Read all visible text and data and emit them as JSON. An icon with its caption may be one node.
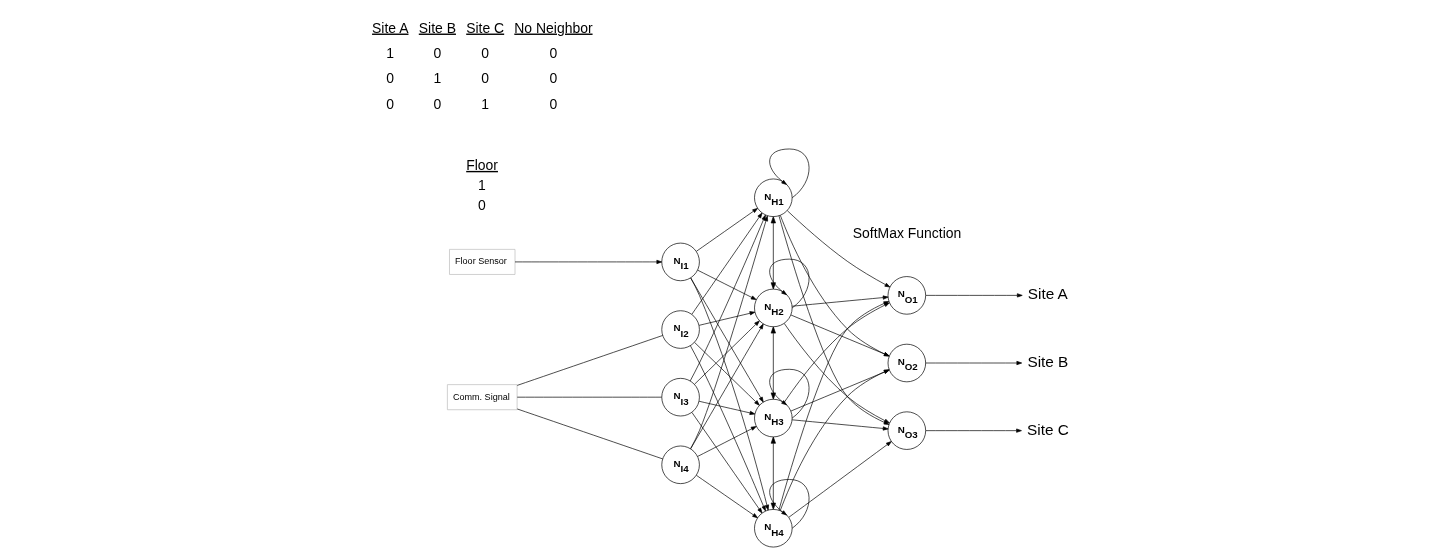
{
  "diagram": {
    "nodes": [
      {
        "text": [
          "Floor Sensor"
        ]
      },
      {
        "text": [
          "Comm. Signal"
        ]
      },
      {
        "text": [
          "N$_{I1}$"
        ]
      },
      {
        "text": [
          "N$_{I2}$"
        ]
      },
      {
        "text": [
          "N$_{I3}$"
        ]
      },
      {
        "text": [
          "N$_{I4}$"
        ]
      },
      {
        "text": [
          "N$_{H1}$"
        ]
      },
      {
        "text": [
          "N$_{H2}$"
        ]
      },
      {
        "text": [
          "N$_{H3}$"
        ]
      },
      {
        "text": [
          "N$_{H4}$"
        ]
      },
      {
        "text": [
          "N$_{O1}$"
        ]
      },
      {
        "text": [
          "N$_{O2}$"
        ]
      },
      {
        "text": [
          "N$_{O3}$"
        ]
      },
      {
        "text": [
          "Site A"
        ]
      },
      {
        "text": [
          "Site B"
        ]
      },
      {
        "text": [
          "Site C"
        ]
      }
    ],
    "edges": [
      {
        "from": 0,
        "to": 2,
        "arrow": "to"
      },
      {
        "from": 1,
        "to": 3,
        "arrow": "none"
      },
      {
        "from": 1,
        "to": 4,
        "arrow": "none"
      },
      {
        "from": 1,
        "to": 5,
        "arrow": "none"
      },
      {
        "from": 2,
        "to": 6,
        "arrow": "to"
      },
      {
        "from": 2,
        "to": 7,
        "arrow": "to"
      },
      {
        "from": 2,
        "to": 8,
        "arrow": "to"
      },
      {
        "from": 2,
        "to": 9,
        "arrow": "to"
      },
      {
        "from": 3,
        "to": 6,
        "arrow": "to"
      },
      {
        "from": 3,
        "to": 7,
        "arrow": "to"
      },
      {
        "from": 3,
        "to": 8,
        "arrow": "to"
      },
      {
        "from": 3,
        "to": 9,
        "arrow": "to"
      },
      {
        "from": 4,
        "to": 6,
        "arrow": "to"
      },
      {
        "from": 4,
        "to": 7,
        "arrow": "to"
      },
      {
        "from": 4,
        "to": 8,
        "arrow": "to"
      },
      {
        "from": 4,
        "to": 9,
        "arrow": "to"
      },
      {
        "from": 5,
        "to": 6,
        "arrow": "to"
      },
      {
        "from": 5,
        "to": 7,
        "arrow": "to"
      },
      {
        "from": 5,
        "to": 8,
        "arrow": "to"
      },
      {
        "from": 5,
        "to": 9,
        "arrow": "to"
      },
      {
        "from": 6,
        "to": 6,
        "arrow": "to"
      },
      {
        "from": 7,
        "to": 7,
        "arrow": "to"
      },
      {
        "from": 8,
        "to": 8,
        "arrow": "to"
      },
      {
        "from": 9,
        "to": 9,
        "arrow": "to"
      },
      {
        "from": 6,
        "to": 7,
        "arrow": "both"
      },
      {
        "from": 7,
        "to": 8,
        "arrow": "both"
      },
      {
        "from": 8,
        "to": 9,
        "arrow": "both"
      },
      {
        "from": 6,
        "to": 10,
        "arrow": "to"
      },
      {
        "from": 6,
        "to": 11,
        "arrow": "to"
      },
      {
        "from": 6,
        "to": 12,
        "arrow": "to"
      },
      {
        "from": 7,
        "to": 10,
        "arrow": "to"
      },
      {
        "from": 7,
        "to": 11,
        "arrow": "to"
      },
      {
        "from": 7,
        "to": 12,
        "arrow": "to"
      },
      {
        "from": 8,
        "to": 10,
        "arrow": "to"
      },
      {
        "from": 8,
        "to": 11,
        "arrow": "to"
      },
      {
        "from": 8,
        "to": 12,
        "arrow": "to"
      },
      {
        "from": 9,
        "to": 10,
        "arrow": "to"
      },
      {
        "from": 9,
        "to": 11,
        "arrow": "to"
      },
      {
        "from": 9,
        "to": 12,
        "arrow": "to"
      },
      {
        "from": 10,
        "to": 13,
        "arrow": "to"
      },
      {
        "from": 11,
        "to": 14,
        "arrow": "to"
      },
      {
        "from": 12,
        "to": 15,
        "arrow": "to"
      }
    ],
    "labels": [
      "Floor",
      "1",
      "0",
      "Site A",
      "Site B",
      "Site C",
      "No Neighbor",
      "1",
      "0",
      "0",
      "0",
      "0",
      "1",
      "0",
      "0",
      "0",
      "0",
      "1",
      "0",
      "SoftMax Function"
    ]
  }
}
